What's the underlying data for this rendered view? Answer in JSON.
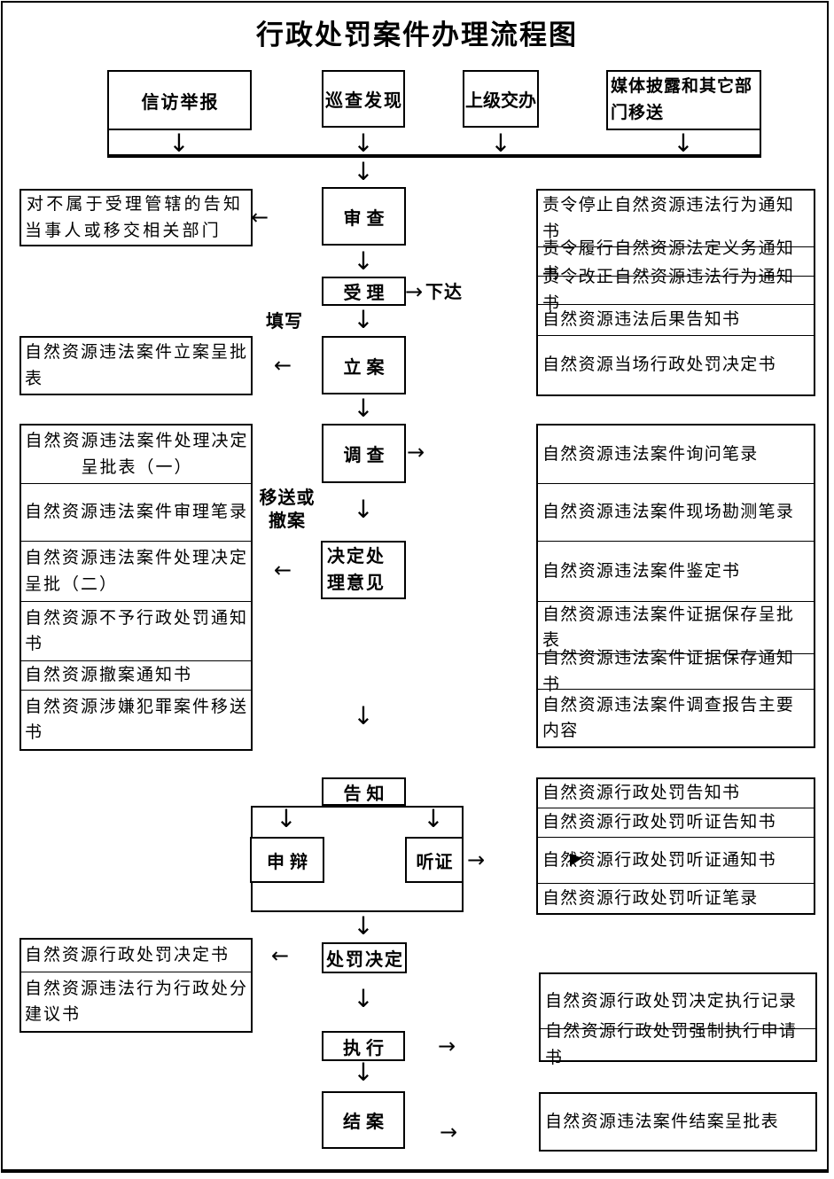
{
  "title": "行政处罚案件办理流程图",
  "sources": {
    "petition": "信访举报",
    "patrol": "巡查发现",
    "superior": "上级交办",
    "media": "媒体披露和其它部门移送"
  },
  "steps": {
    "review": "审查",
    "accept": "受理",
    "file_case": "立案",
    "investigate": "调查",
    "decide_opinion": "决定处理意见",
    "notify": "告知",
    "defense": "申辩",
    "hearing": "听证",
    "penalty_decision": "处罚决定",
    "execute": "执行",
    "close_case": "结案"
  },
  "labels": {
    "issue": "下达",
    "fill_in": "填写",
    "transfer_or_withdraw": "移送或撤案"
  },
  "left_docs": {
    "jurisdiction_note": "对不属于受理管辖的告知当事人或移交相关部门",
    "filing_form": "自然资源违法案件立案呈批表",
    "decision_docs": [
      "自然资源违法案件处理决定呈批表（一）",
      "自然资源违法案件审理笔录",
      "自然资源违法案件处理决定呈批（二）",
      "自然资源不予行政处罚通知书",
      "自然资源撤案通知书",
      "自然资源涉嫌犯罪案件移送书"
    ],
    "penalty_docs": [
      "自然资源行政处罚决定书",
      "自然资源违法行为行政处分建议书"
    ]
  },
  "right_docs": {
    "order_notices": [
      "责令停止自然资源违法行为通知书",
      "责令履行自然资源法定义务通知书",
      "责令改正自然资源违法行为通知书",
      "自然资源违法后果告知书",
      "自然资源当场行政处罚决定书"
    ],
    "investigation_records": [
      "自然资源违法案件询问笔录",
      "自然资源违法案件现场勘测笔录",
      "自然资源违法案件鉴定书",
      "自然资源违法案件证据保存呈批表",
      "自然资源违法案件证据保存通知书",
      "自然资源违法案件调查报告主要内容"
    ],
    "hearing_docs": [
      "自然资源行政处罚告知书",
      "自然资源行政处罚听证告知书",
      "自然资源行政处罚听证通知书",
      "自然资源行政处罚听证笔录"
    ],
    "execution_docs": [
      "自然资源行政处罚决定执行记录",
      "自然资源行政处罚强制执行申请书"
    ],
    "closing_docs": [
      "自然资源违法案件结案呈批表"
    ]
  }
}
